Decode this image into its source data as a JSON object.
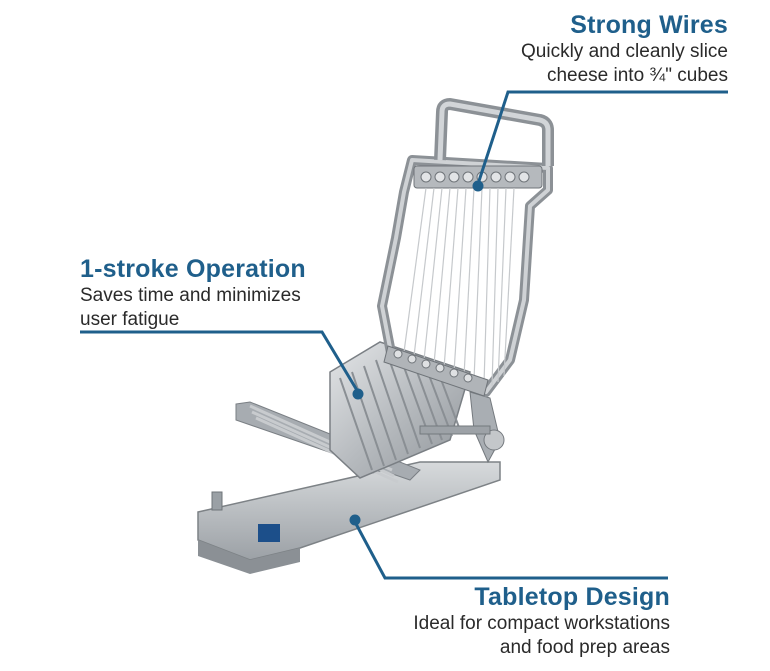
{
  "callouts": {
    "wires": {
      "title": "Strong Wires",
      "line1": "Quickly and cleanly slice",
      "line2": "cheese into ¾\" cubes"
    },
    "stroke": {
      "title": "1-stroke Operation",
      "line1": "Saves time and minimizes",
      "line2": "user fatigue"
    },
    "tabletop": {
      "title": "Tabletop Design",
      "line1": "Ideal for compact workstations",
      "line2": "and food prep areas"
    }
  },
  "colors": {
    "accent": "#1f5f8b",
    "text": "#2a2a2a",
    "metal": "#b9bdc1"
  }
}
